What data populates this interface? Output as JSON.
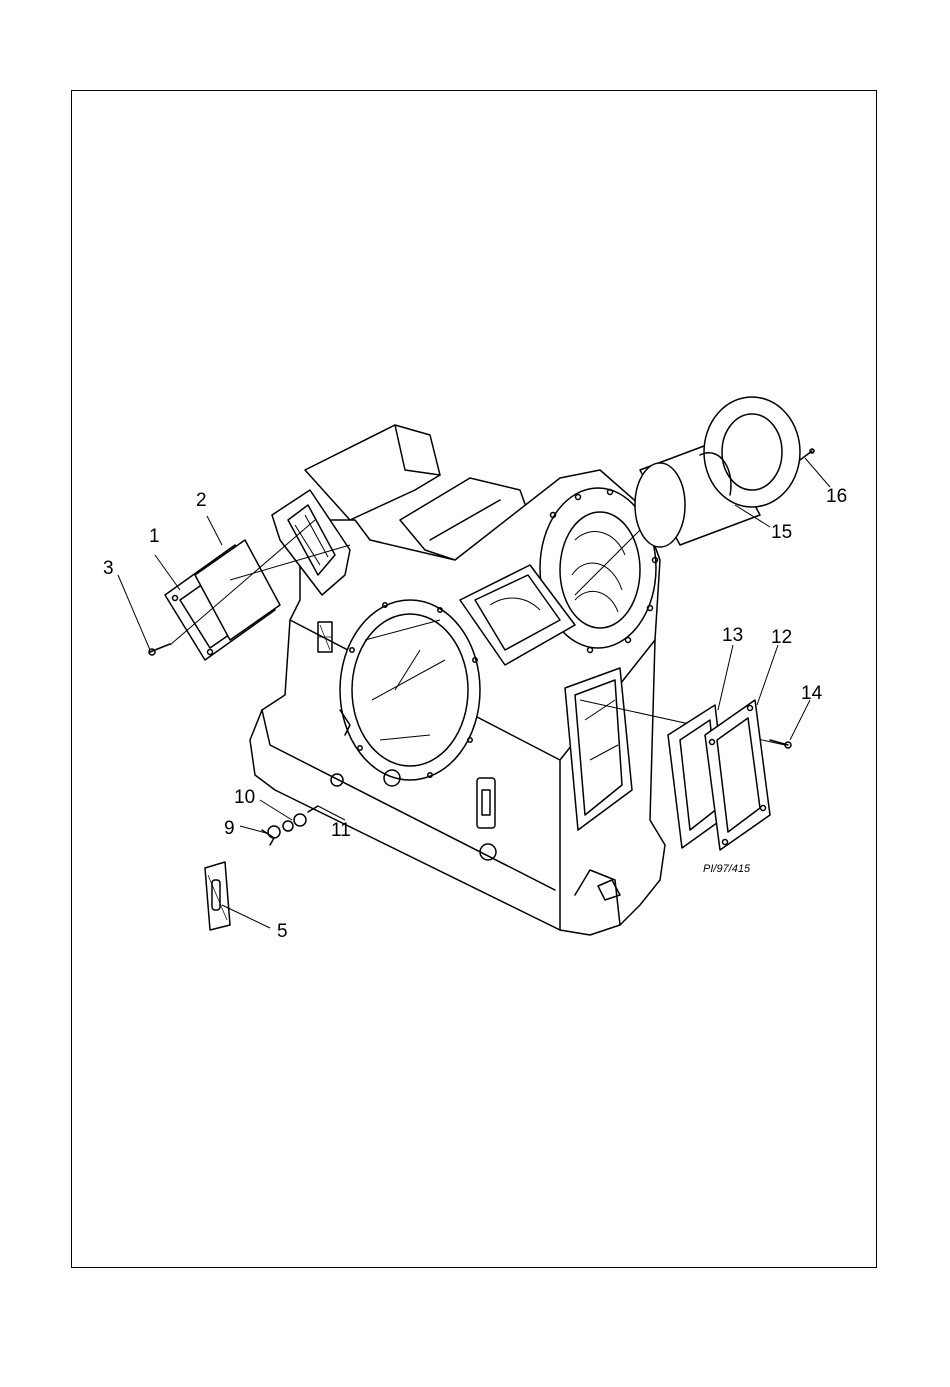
{
  "diagram": {
    "callouts": [
      {
        "id": "1",
        "text": "1"
      },
      {
        "id": "2",
        "text": "2"
      },
      {
        "id": "3",
        "text": "3"
      },
      {
        "id": "5",
        "text": "5"
      },
      {
        "id": "9",
        "text": "9"
      },
      {
        "id": "10",
        "text": "10"
      },
      {
        "id": "11",
        "text": "11"
      },
      {
        "id": "12",
        "text": "12"
      },
      {
        "id": "13",
        "text": "13"
      },
      {
        "id": "14",
        "text": "14"
      },
      {
        "id": "15",
        "text": "15"
      },
      {
        "id": "16",
        "text": "16"
      }
    ],
    "figure_ref": "PI/97/415"
  }
}
